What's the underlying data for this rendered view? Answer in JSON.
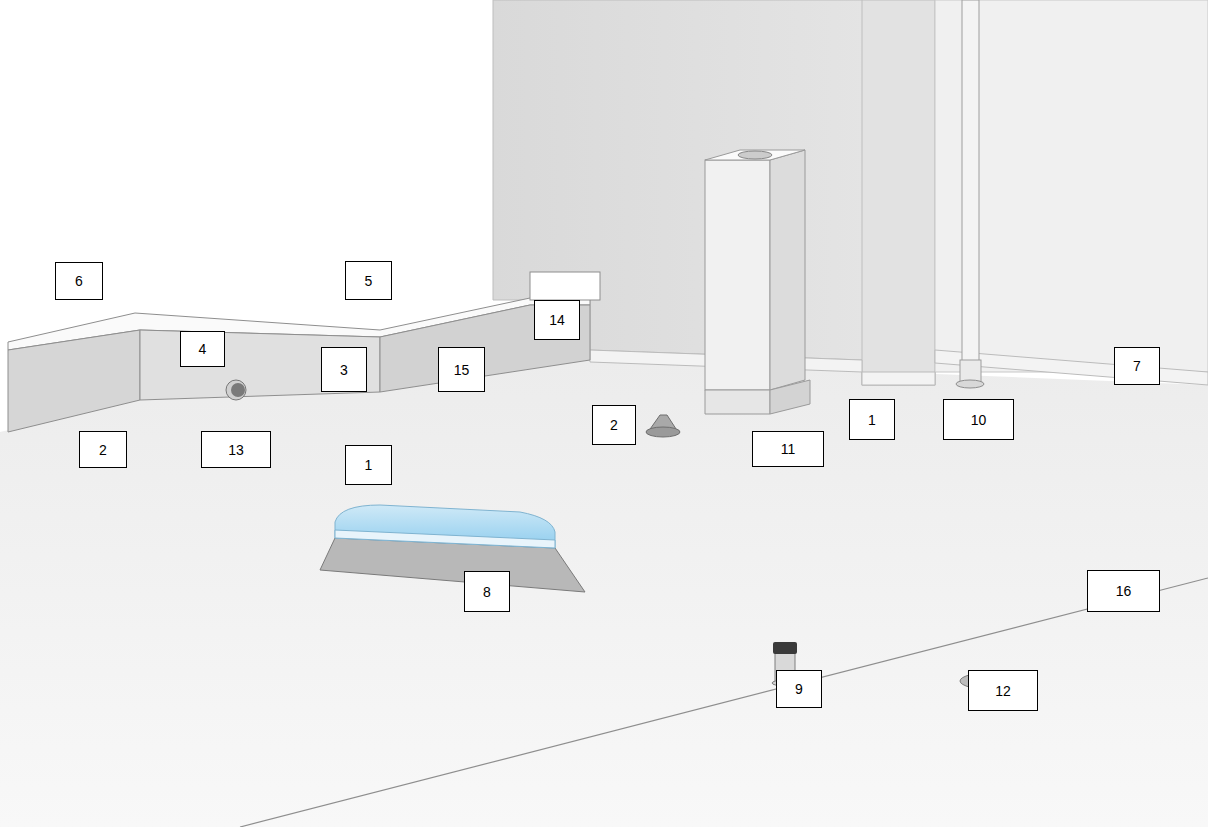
{
  "diagram": {
    "nodes": [
      {
        "text": [
          "6"
        ]
      },
      {
        "text": [
          "5"
        ]
      },
      {
        "text": [
          "14"
        ]
      },
      {
        "text": [
          "4"
        ]
      },
      {
        "text": [
          "3"
        ]
      },
      {
        "text": [
          "15"
        ]
      },
      {
        "text": [
          "7"
        ]
      },
      {
        "text": [
          "1"
        ]
      },
      {
        "text": [
          "10"
        ]
      },
      {
        "text": [
          "2"
        ]
      },
      {
        "text": [
          "2"
        ]
      },
      {
        "text": [
          "13"
        ]
      },
      {
        "text": [
          "11"
        ]
      },
      {
        "text": [
          "1"
        ]
      },
      {
        "text": [
          "8"
        ]
      },
      {
        "text": [
          "16"
        ]
      },
      {
        "text": [
          "9"
        ]
      },
      {
        "text": [
          "12"
        ]
      }
    ]
  }
}
